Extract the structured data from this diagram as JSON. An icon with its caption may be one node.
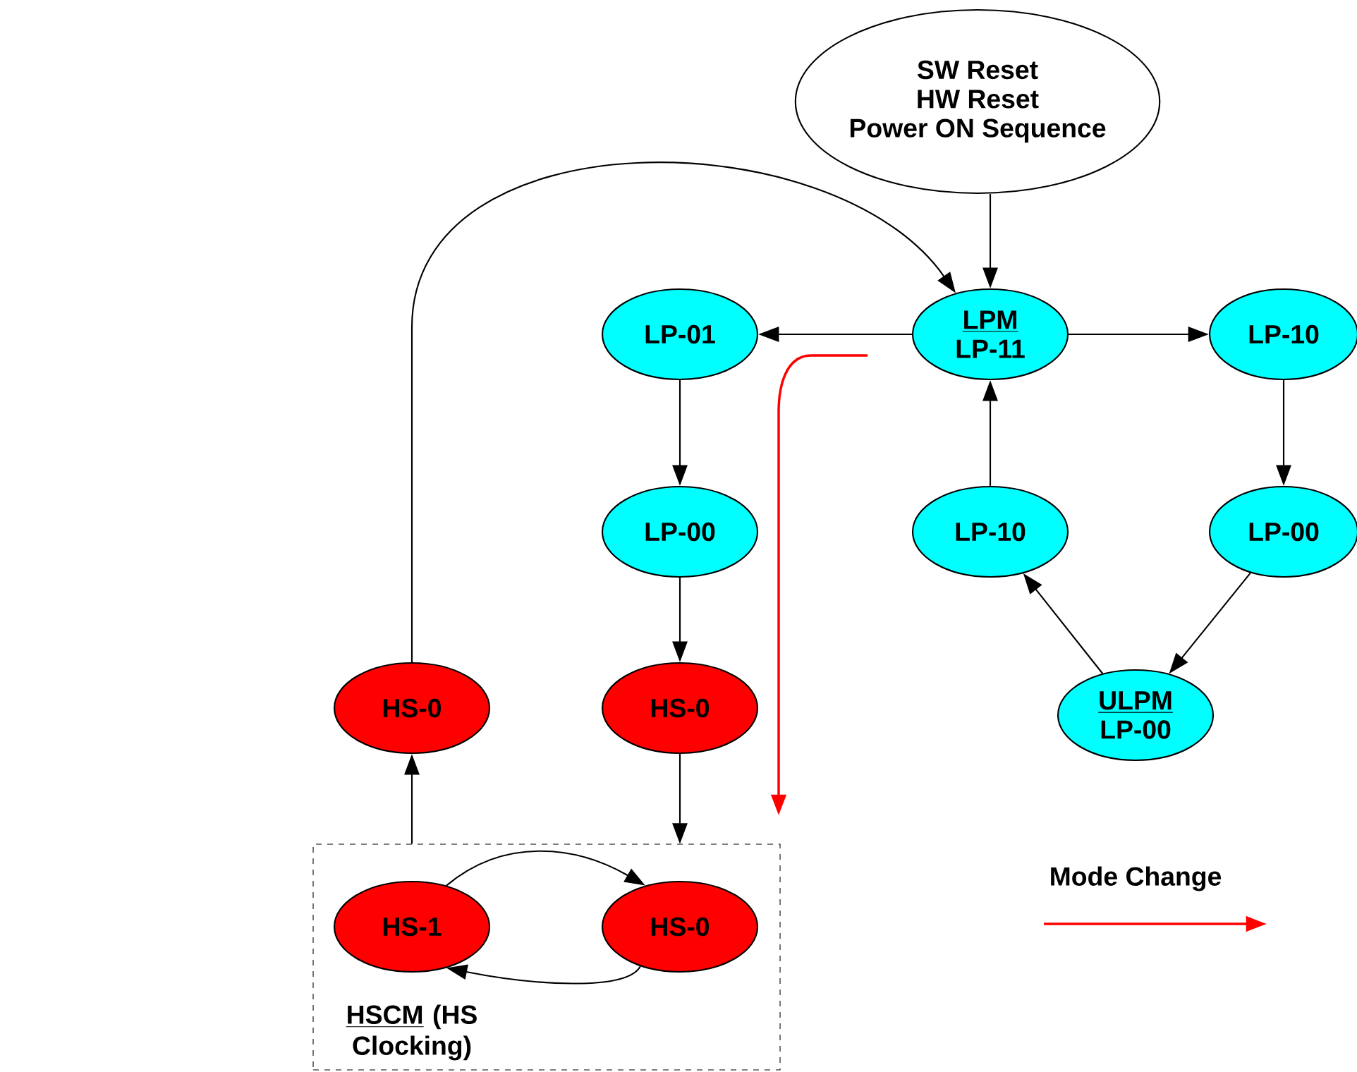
{
  "diagram": {
    "nodes": [
      {
        "text": [
          "SW Reset",
          "HW Reset",
          "Power ON Sequence"
        ]
      },
      {
        "text": [
          "LPM",
          "LP-11"
        ]
      },
      {
        "text": [
          "LP-01"
        ]
      },
      {
        "text": [
          "LP-10"
        ]
      },
      {
        "text": [
          "LP-00"
        ]
      },
      {
        "text": [
          "LP-10"
        ]
      },
      {
        "text": [
          "LP-00"
        ]
      },
      {
        "text": [
          "HS-0"
        ]
      },
      {
        "text": [
          "HS-0"
        ]
      },
      {
        "text": [
          "ULPM",
          "LP-00"
        ]
      },
      {
        "text": [
          "HSCM",
          "(HS Clocking)"
        ]
      },
      {
        "text": [
          "HS-1"
        ],
        "in": 10
      },
      {
        "text": [
          "HS-0"
        ],
        "in": 10
      }
    ],
    "edges": [
      {
        "from": 0,
        "to": 1,
        "arrow": "to"
      },
      {
        "from": 1,
        "to": 2,
        "arrow": "to"
      },
      {
        "from": 1,
        "to": 3,
        "arrow": "to"
      },
      {
        "from": 2,
        "to": 4,
        "arrow": "to"
      },
      {
        "from": 3,
        "to": 6,
        "arrow": "to"
      },
      {
        "from": 4,
        "to": 8,
        "arrow": "to"
      },
      {
        "from": 5,
        "to": 1,
        "arrow": "to"
      },
      {
        "from": 6,
        "to": 9,
        "arrow": "to"
      },
      {
        "from": 9,
        "to": 5,
        "arrow": "to"
      },
      {
        "from": 7,
        "to": 1,
        "arrow": "to"
      },
      {
        "from": 8,
        "to": 10,
        "arrow": "to"
      },
      {
        "from": 10,
        "to": 7,
        "arrow": "to"
      },
      {
        "from": 11,
        "to": 12,
        "arrow": "to"
      },
      {
        "from": 12,
        "to": 11,
        "arrow": "to"
      }
    ],
    "legend": [
      {
        "text": "Mode Change"
      }
    ]
  }
}
